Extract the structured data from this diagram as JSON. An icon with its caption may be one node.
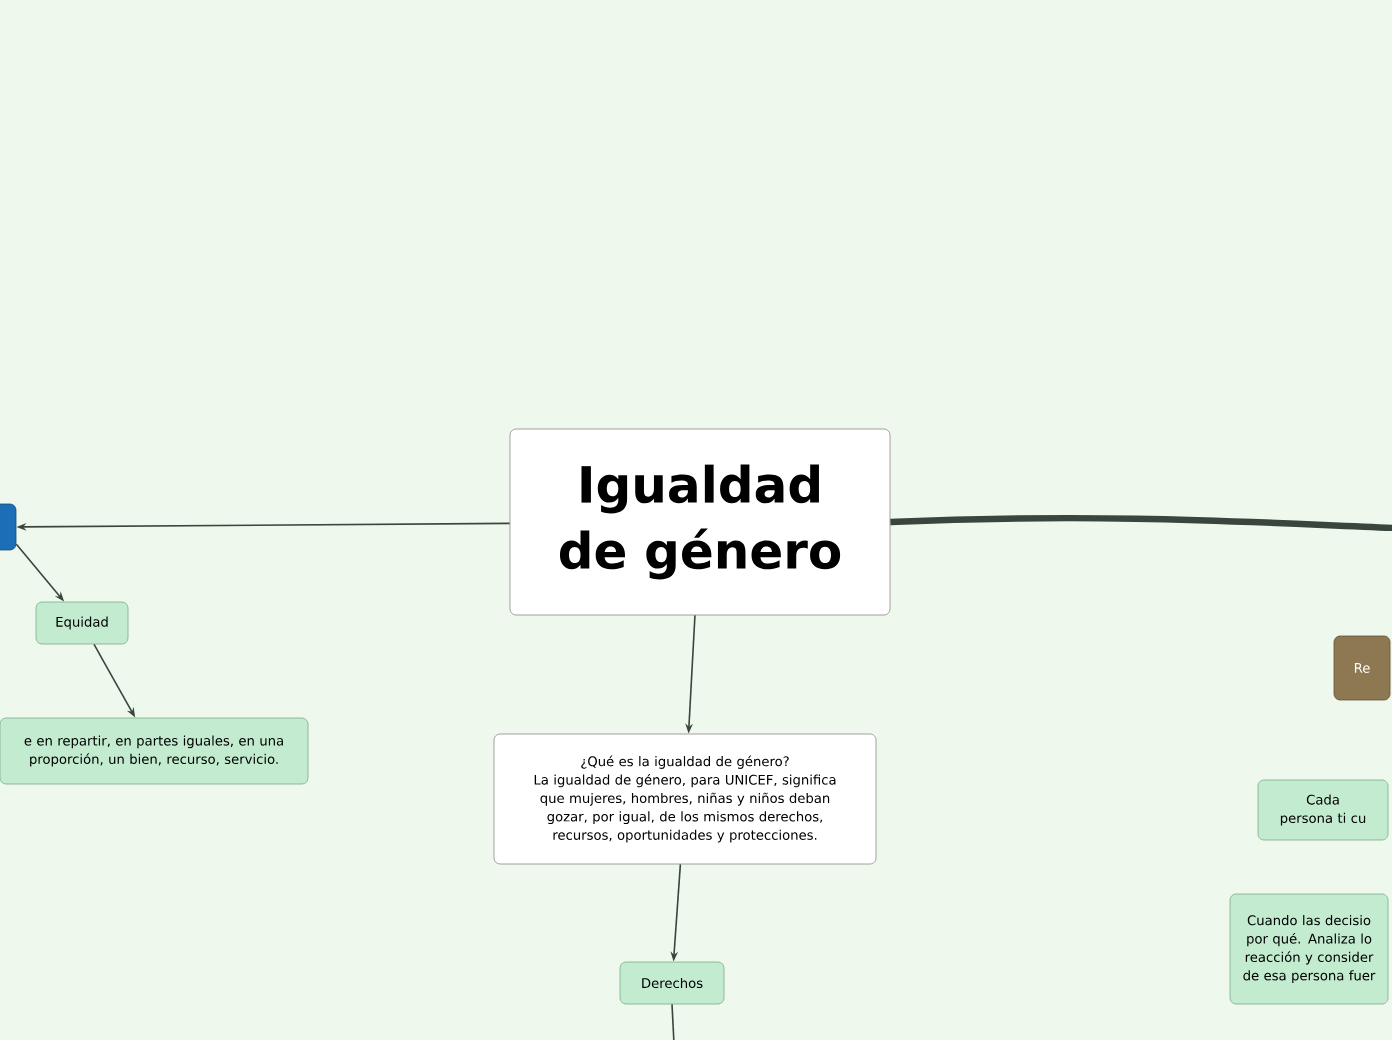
{
  "diagram": {
    "nodes": [
      {
        "text": [
          "Igualdad de género"
        ]
      },
      {
        "text": [],
        "shape": "box"
      },
      {
        "text": [
          "Equidad"
        ]
      },
      {
        "text": [
          "e en repartir, en partes iguales, en una proporción, un bien, recurso, servicio."
        ]
      },
      {
        "text": [
          "¿Qué es la igualdad de género?",
          "La igualdad de género, para UNICEF, significa que mujeres, hombres, niñas y niños deban gozar, por igual, de los mismos derechos, recursos, oportunidades y protecciones."
        ]
      },
      {
        "text": [
          "Derechos"
        ]
      },
      {
        "text": [
          "Re"
        ]
      },
      {
        "text": [
          "Cada persona ti cu"
        ]
      },
      {
        "text": [
          "Cuando las decisio por qué. Analiza lo reacción y consider de esa persona fuer"
        ]
      }
    ],
    "edges": [
      {
        "from": 0,
        "to": 1,
        "arrow": "to"
      },
      {
        "from": 1,
        "to": 2,
        "arrow": "to"
      },
      {
        "from": 2,
        "to": 3,
        "arrow": "to"
      },
      {
        "from": 0,
        "to": 4,
        "arrow": "to"
      },
      {
        "from": 4,
        "to": 5,
        "arrow": "to"
      },
      {
        "from": 5,
        "to": null,
        "arrow": "none"
      },
      {
        "from": 0,
        "to": null,
        "arrow": "none",
        "style": "thick"
      }
    ]
  }
}
